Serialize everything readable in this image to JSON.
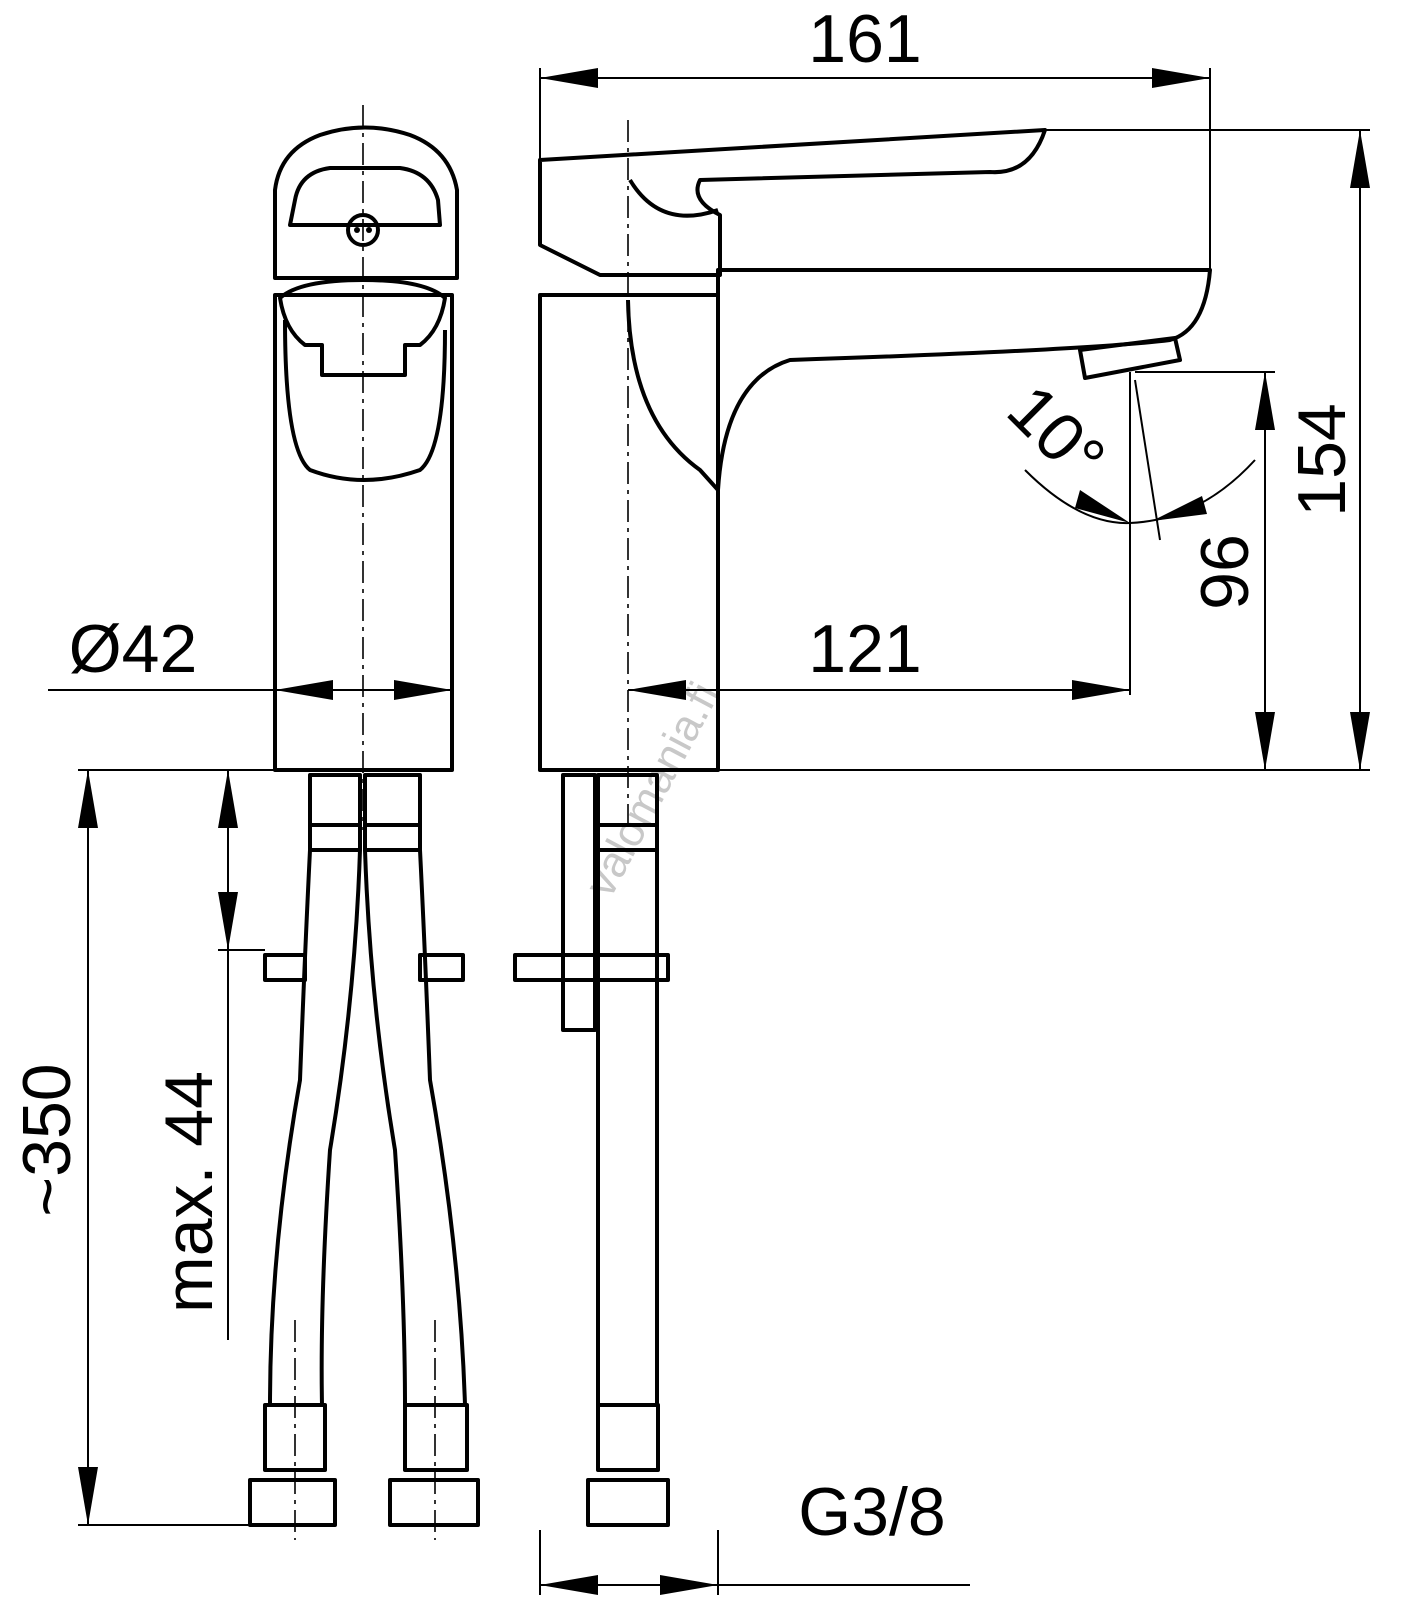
{
  "title": "Faucet dimension drawing",
  "dimensions": {
    "overall_length": "161",
    "overall_height": "154",
    "spout_height": "96",
    "spout_angle": "10°",
    "spout_reach": "121",
    "body_diameter": "Ø42",
    "hose_length": "~350",
    "max_thickness": "max. 44",
    "thread": "G3/8"
  },
  "watermark": "valomania.fi"
}
